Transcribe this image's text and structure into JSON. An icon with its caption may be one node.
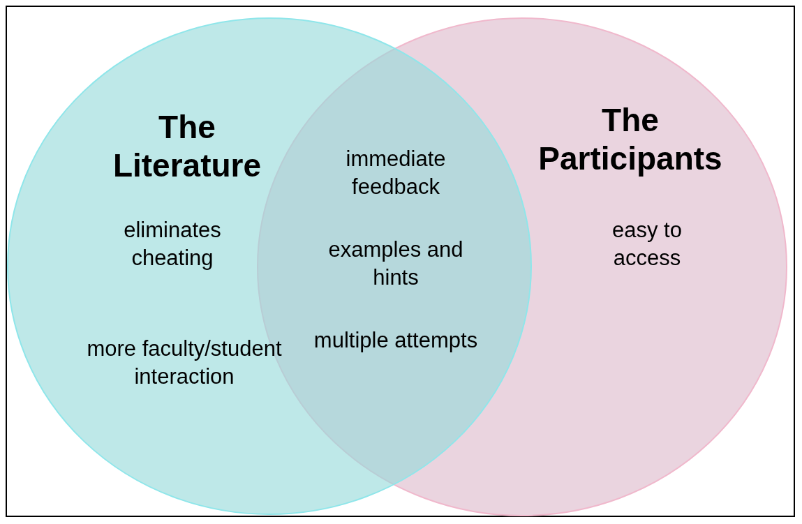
{
  "diagram": {
    "nodes": [
      {
        "text": [
          "The Literature",
          "eliminates cheating",
          "more faculty/student interaction"
        ]
      },
      {
        "text": [
          "The Participants",
          "easy to access"
        ]
      }
    ],
    "labels": [
      "immediate feedback",
      "examples and hints",
      "multiple attempts"
    ]
  }
}
